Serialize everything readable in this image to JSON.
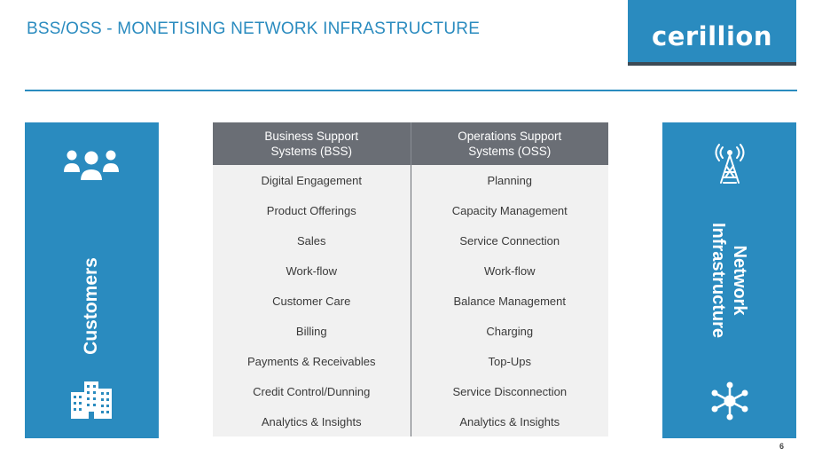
{
  "title": "BSS/OSS - MONETISING NETWORK INFRASTRUCTURE",
  "logo_text": "cerillion",
  "left_panel": {
    "label": "Customers",
    "top_icon": "people-group-icon",
    "bottom_icon": "buildings-icon"
  },
  "right_panel": {
    "label_line1": "Network",
    "label_line2": "Infrastructure",
    "top_icon": "cell-tower-icon",
    "bottom_icon": "network-hub-icon"
  },
  "table": {
    "headers": [
      "Business Support Systems (BSS)",
      "Operations Support Systems (OSS)"
    ],
    "header_lines": [
      [
        "Business Support",
        "Systems (BSS)"
      ],
      [
        "Operations Support",
        "Systems (OSS)"
      ]
    ],
    "rows": [
      [
        "Digital Engagement",
        "Planning"
      ],
      [
        "Product Offerings",
        "Capacity Management"
      ],
      [
        "Sales",
        "Service Connection"
      ],
      [
        "Work-flow",
        "Work-flow"
      ],
      [
        "Customer Care",
        "Balance Management"
      ],
      [
        "Billing",
        "Charging"
      ],
      [
        "Payments & Receivables",
        "Top-Ups"
      ],
      [
        "Credit Control/Dunning",
        "Service Disconnection"
      ],
      [
        "Analytics & Insights",
        "Analytics & Insights"
      ]
    ]
  },
  "page_number": "6",
  "colors": {
    "accent": "#2a8bbf",
    "header_gray": "#6a6e75",
    "row_bg": "#f1f1f1",
    "logo_underline": "#3d4a55"
  }
}
